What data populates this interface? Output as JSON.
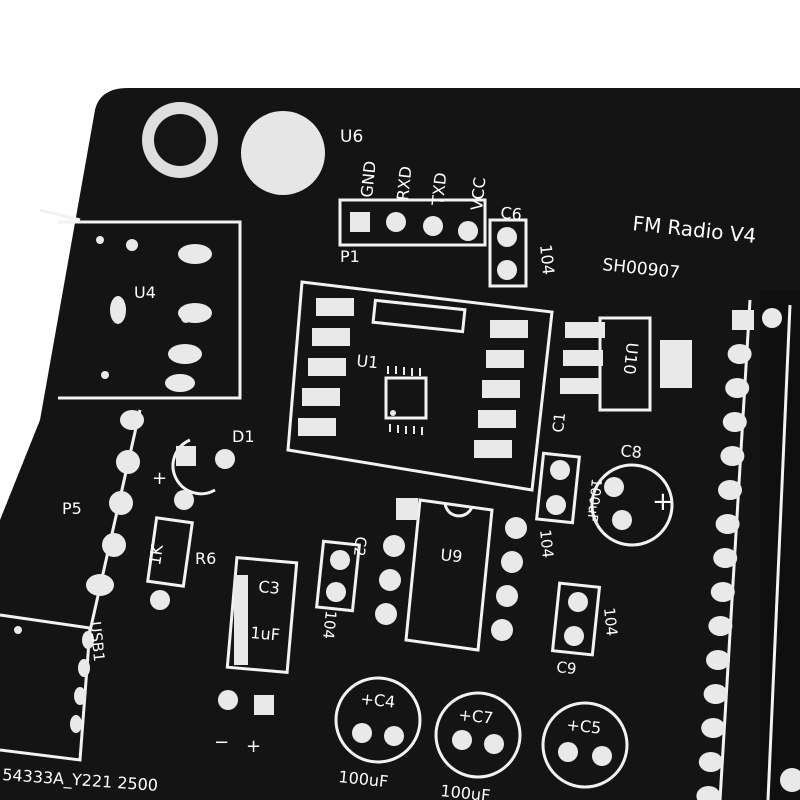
{
  "colors": {
    "background": "#ffffff",
    "board": "#141414",
    "silkscreen": "#f2f2f2",
    "pad": "#e9e9e9",
    "hole": "#151515"
  },
  "labels": {
    "u6": "U6",
    "gnd": "GND",
    "rxd": "RXD",
    "txd": "TXD",
    "vcc": "VCC",
    "p1": "P1",
    "c6": "C6",
    "c6_val": "104",
    "title": "FM Radio V4",
    "code": "SH00907",
    "u4": "U4",
    "u1": "U1",
    "u10": "U10",
    "d1": "D1",
    "plus_d1": "+",
    "c1": "C1",
    "c1_val": "104",
    "c8": "C8",
    "c8_val": "100uF",
    "c8_plus": "+",
    "p5": "P5",
    "c2": "C2",
    "c2_val": "104",
    "u9": "U9",
    "r6_val": "1K",
    "r6": "R6",
    "c3": "C3",
    "c3_val": "1uF",
    "usb1": "USB1",
    "c9_val": "104",
    "c9": "C9",
    "minus": "−",
    "plus": "+",
    "c4": "+C4",
    "c7": "+C7",
    "c5": "+C5",
    "c4_val": "100uF",
    "c7_val": "100uF",
    "board_id": "54333A_Y221 2500"
  }
}
